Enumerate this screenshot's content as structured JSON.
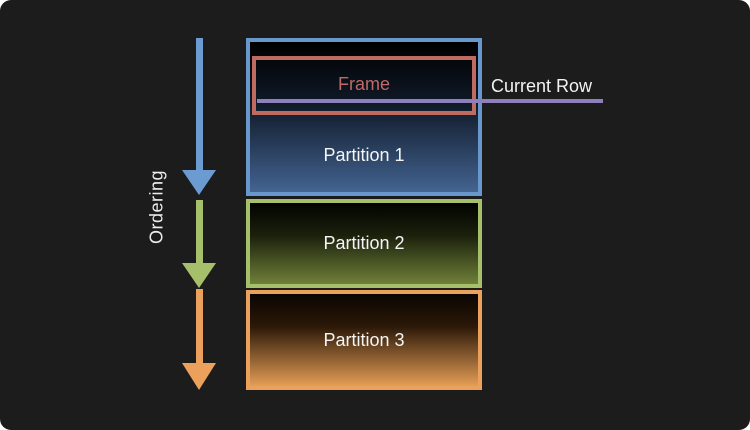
{
  "ordering": {
    "label": "Ordering",
    "arrows": [
      {
        "name": "blue-down-arrow",
        "color": "#6c9bd2",
        "spans": "Partition 1"
      },
      {
        "name": "green-down-arrow",
        "color": "#a6bf6b",
        "spans": "Partition 2"
      },
      {
        "name": "orange-down-arrow",
        "color": "#eba05c",
        "spans": "Partition 3"
      }
    ]
  },
  "frame": {
    "label": "Frame",
    "border_color": "#c06b60",
    "label_color": "#bd6a68"
  },
  "current_row": {
    "label": "Current Row",
    "line_color": "#8f7fbc",
    "label_color": "#f2f2f2"
  },
  "partitions": [
    {
      "label": "Partition 1",
      "border_color": "#6897cb",
      "fill_top": "#000000",
      "fill_bottom": "#3f5e8a"
    },
    {
      "label": "Partition 2",
      "border_color": "#a6bf6b",
      "fill_top": "#020300",
      "fill_bottom": "#6f8038"
    },
    {
      "label": "Partition 3",
      "border_color": "#eba05c",
      "fill_top": "#0a0502",
      "fill_bottom": "#e49d55"
    }
  ],
  "colors": {
    "panel_background": "#1c1c1c",
    "page_background": "#ffffff",
    "text": "#f2f2f2"
  }
}
